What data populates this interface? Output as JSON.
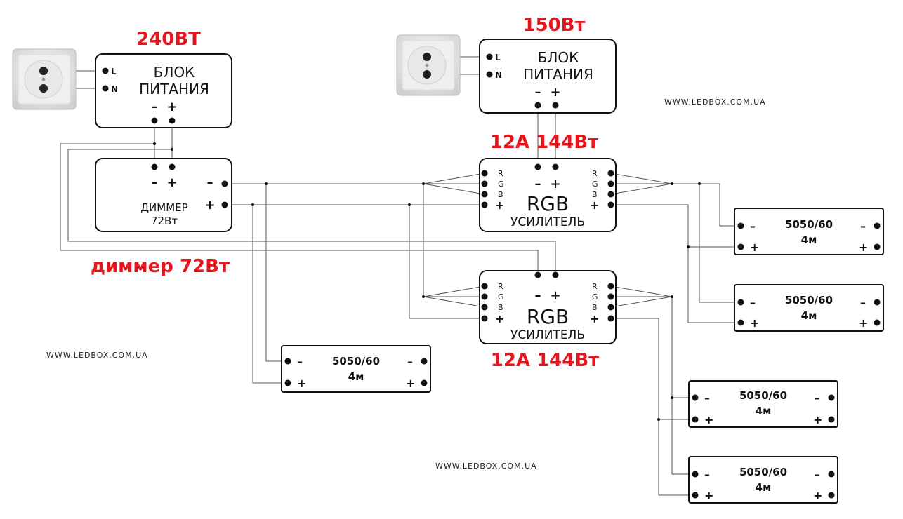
{
  "labels": {
    "psu1_power": "240ВТ",
    "psu2_power": "150Вт",
    "amp1_rating": "12А 144Вт",
    "amp2_rating": "12А 144Вт",
    "dimmer_rating": "диммер 72Вт"
  },
  "psu": {
    "line1": "БЛОК",
    "line2": "ПИТАНИЯ",
    "pin_l": "L",
    "pin_n": "N",
    "minus": "–",
    "plus": "+"
  },
  "dimmer": {
    "line1": "ДИММЕР",
    "line2": "72Вт",
    "minus": "–",
    "plus": "+"
  },
  "amp": {
    "title": "RGB",
    "subtitle": "УСИЛИТЕЛЬ",
    "r": "R",
    "g": "G",
    "b": "B",
    "minus": "–",
    "plus": "+"
  },
  "strip": {
    "model": "5050/60",
    "length": "4м",
    "minus": "–",
    "plus": "+"
  },
  "watermark": "WWW.LEDBOX.COM.UA",
  "colors": {
    "accent": "#e8141b",
    "line": "#111111"
  }
}
